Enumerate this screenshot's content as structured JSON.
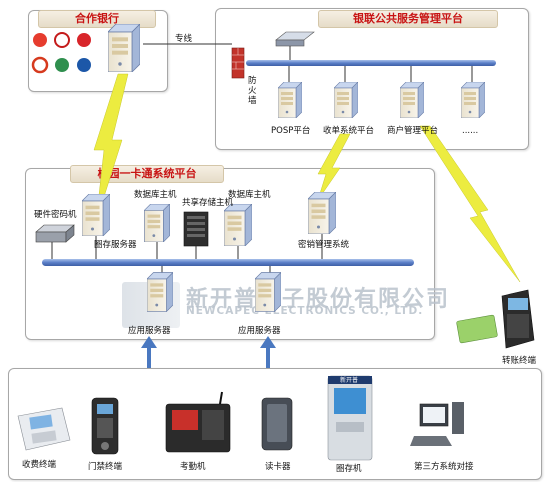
{
  "bank": {
    "title": "合作银行"
  },
  "unionpay": {
    "title": "银联公共服务管理平台",
    "firewall_label": "防火墙",
    "dedicated_line_label": "专线",
    "servers": [
      {
        "label": "POSP平台"
      },
      {
        "label": "收单系统平台"
      },
      {
        "label": "商户管理平台"
      },
      {
        "label": "......"
      }
    ]
  },
  "campus": {
    "title": "校园一卡通系统平台",
    "hardware_crypto_label": "硬件密码机",
    "db_host_1_label": "数据库主机",
    "db_host_2_label": "数据库主机",
    "shared_storage_label": "共享存储主机",
    "cache_server_label": "圈存服务器",
    "key_mgmt_label": "密销管理系统",
    "app_server_1_label": "应用服务器",
    "app_server_2_label": "应用服务器"
  },
  "transfer_terminal": {
    "label": "转账终端"
  },
  "terminals": [
    {
      "label": "收费终端"
    },
    {
      "label": "门禁终端"
    },
    {
      "label": "考勤机"
    },
    {
      "label": "读卡器"
    },
    {
      "label": "圈存机"
    },
    {
      "label": "第三方系统对接"
    }
  ],
  "kiosk_brand_text": "新开普",
  "watermark": {
    "cn": "新开普电子股份有限公司",
    "en": "NEWCAPEC ELECTRONICS CO., LTD."
  },
  "colors": {
    "title_red": "#c81414",
    "bus_blue": "#5b7fc8",
    "arrow_blue": "#4a78c0",
    "lightning": "#e8e838"
  }
}
